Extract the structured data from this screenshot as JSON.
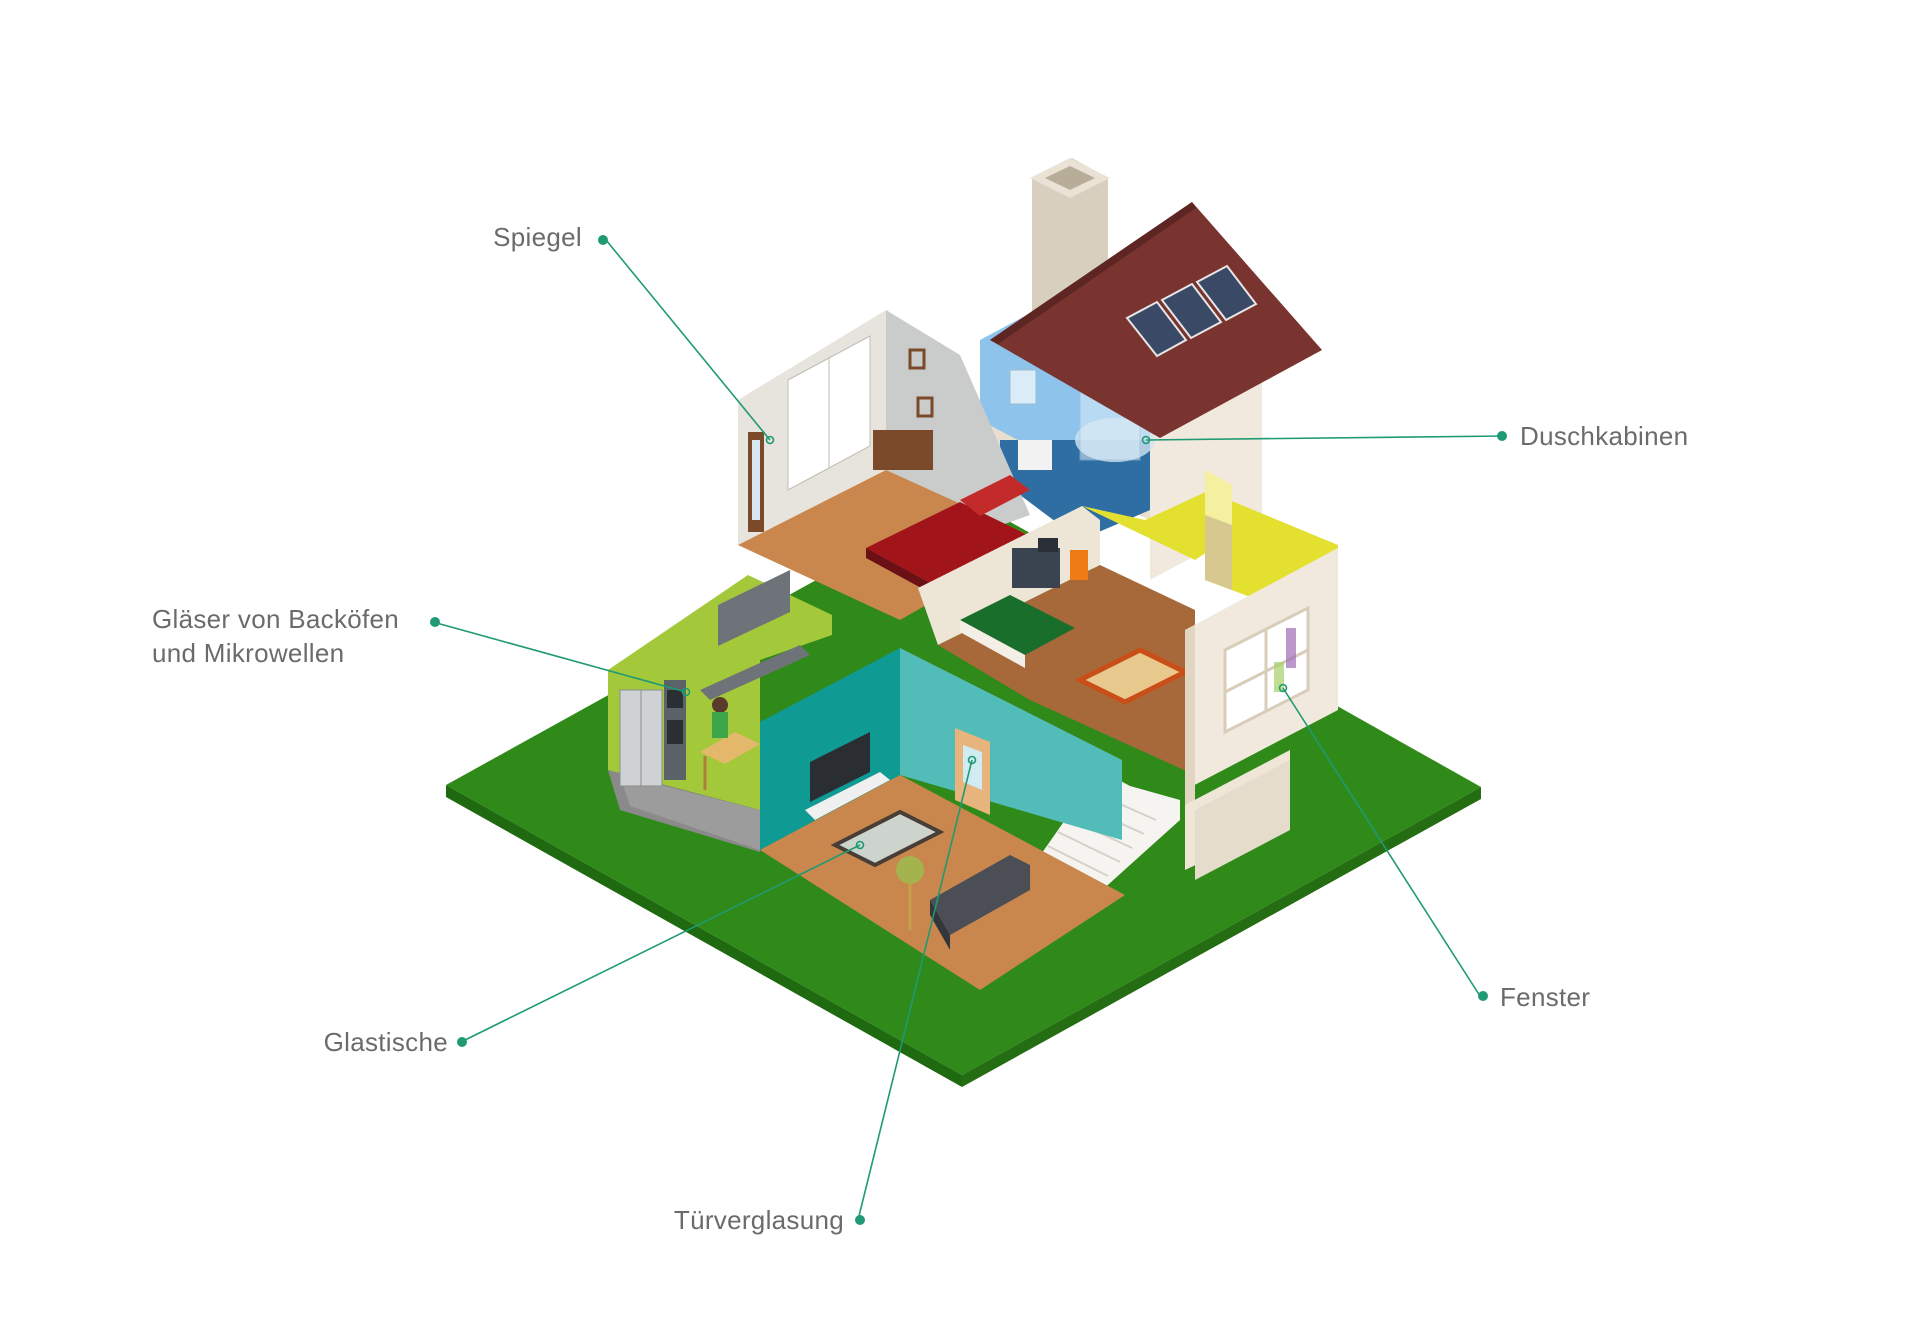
{
  "colors": {
    "leader": "#1f9a74",
    "label_text": "#6b6b6b",
    "grass_top": "#2f8a1a",
    "grass_side": "#1f6a10",
    "roof": "#7a3430",
    "chimney": "#d8cfbf",
    "wall_cream": "#efe6da",
    "floor_wood": "#c9874d",
    "kitchen_wall": "#a3c93a",
    "living_wall": "#0f9a94",
    "living_wall_light": "#52bdb8",
    "yellow_room": "#e3e030",
    "bathroom_tile": "#7fb8e6",
    "bed_red": "#a0141a",
    "bed_green": "#1a6e2c",
    "solar_panel": "#3a4a66"
  },
  "callouts": [
    {
      "id": "spiegel",
      "lines": [
        "Spiegel"
      ],
      "icon": "mirror"
    },
    {
      "id": "duschkabinen",
      "lines": [
        "Duschkabinen"
      ],
      "icon": "shower-cabin"
    },
    {
      "id": "gl-backofen",
      "lines": [
        "Gläser von Backöfen",
        "und Mikrowellen"
      ],
      "icon": "oven-microwave"
    },
    {
      "id": "fenster",
      "lines": [
        "Fenster"
      ],
      "icon": "window"
    },
    {
      "id": "glastische",
      "lines": [
        "Glastische"
      ],
      "icon": "glass-table"
    },
    {
      "id": "tuerverglasung",
      "lines": [
        "Türverglasung"
      ],
      "icon": "door-glass"
    }
  ]
}
